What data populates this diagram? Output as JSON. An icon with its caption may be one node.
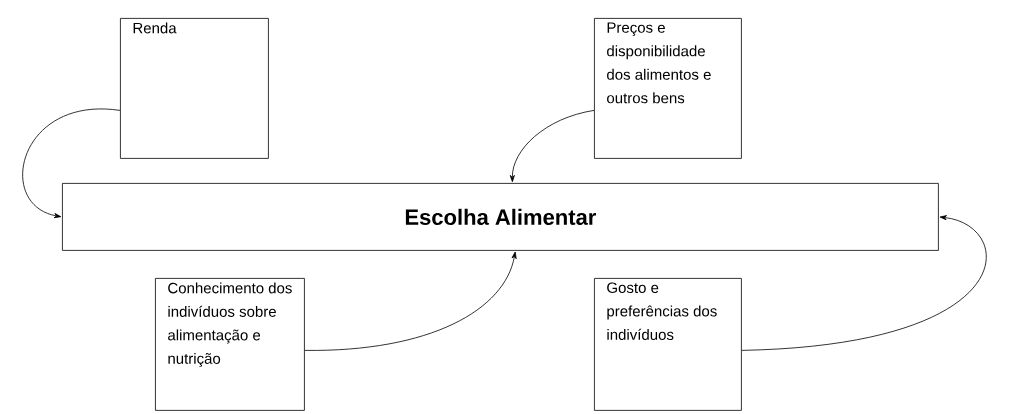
{
  "diagram": {
    "nodes": [
      {
        "text": [
          "Renda"
        ]
      },
      {
        "text": [
          "Preços e disponibilidade dos alimentos e outros bens"
        ]
      },
      {
        "text": [
          "Escolha Alimentar"
        ]
      },
      {
        "text": [
          "Conhecimento dos indivíduos sobre alimentação e nutrição"
        ]
      },
      {
        "text": [
          "Gosto e preferências dos indivíduos"
        ]
      }
    ],
    "edges": [
      {
        "from": 0,
        "to": 2,
        "arrow": "to"
      },
      {
        "from": 1,
        "to": 2,
        "arrow": "to"
      },
      {
        "from": 3,
        "to": 2,
        "arrow": "to"
      },
      {
        "from": 4,
        "to": 2,
        "arrow": "to"
      }
    ]
  }
}
